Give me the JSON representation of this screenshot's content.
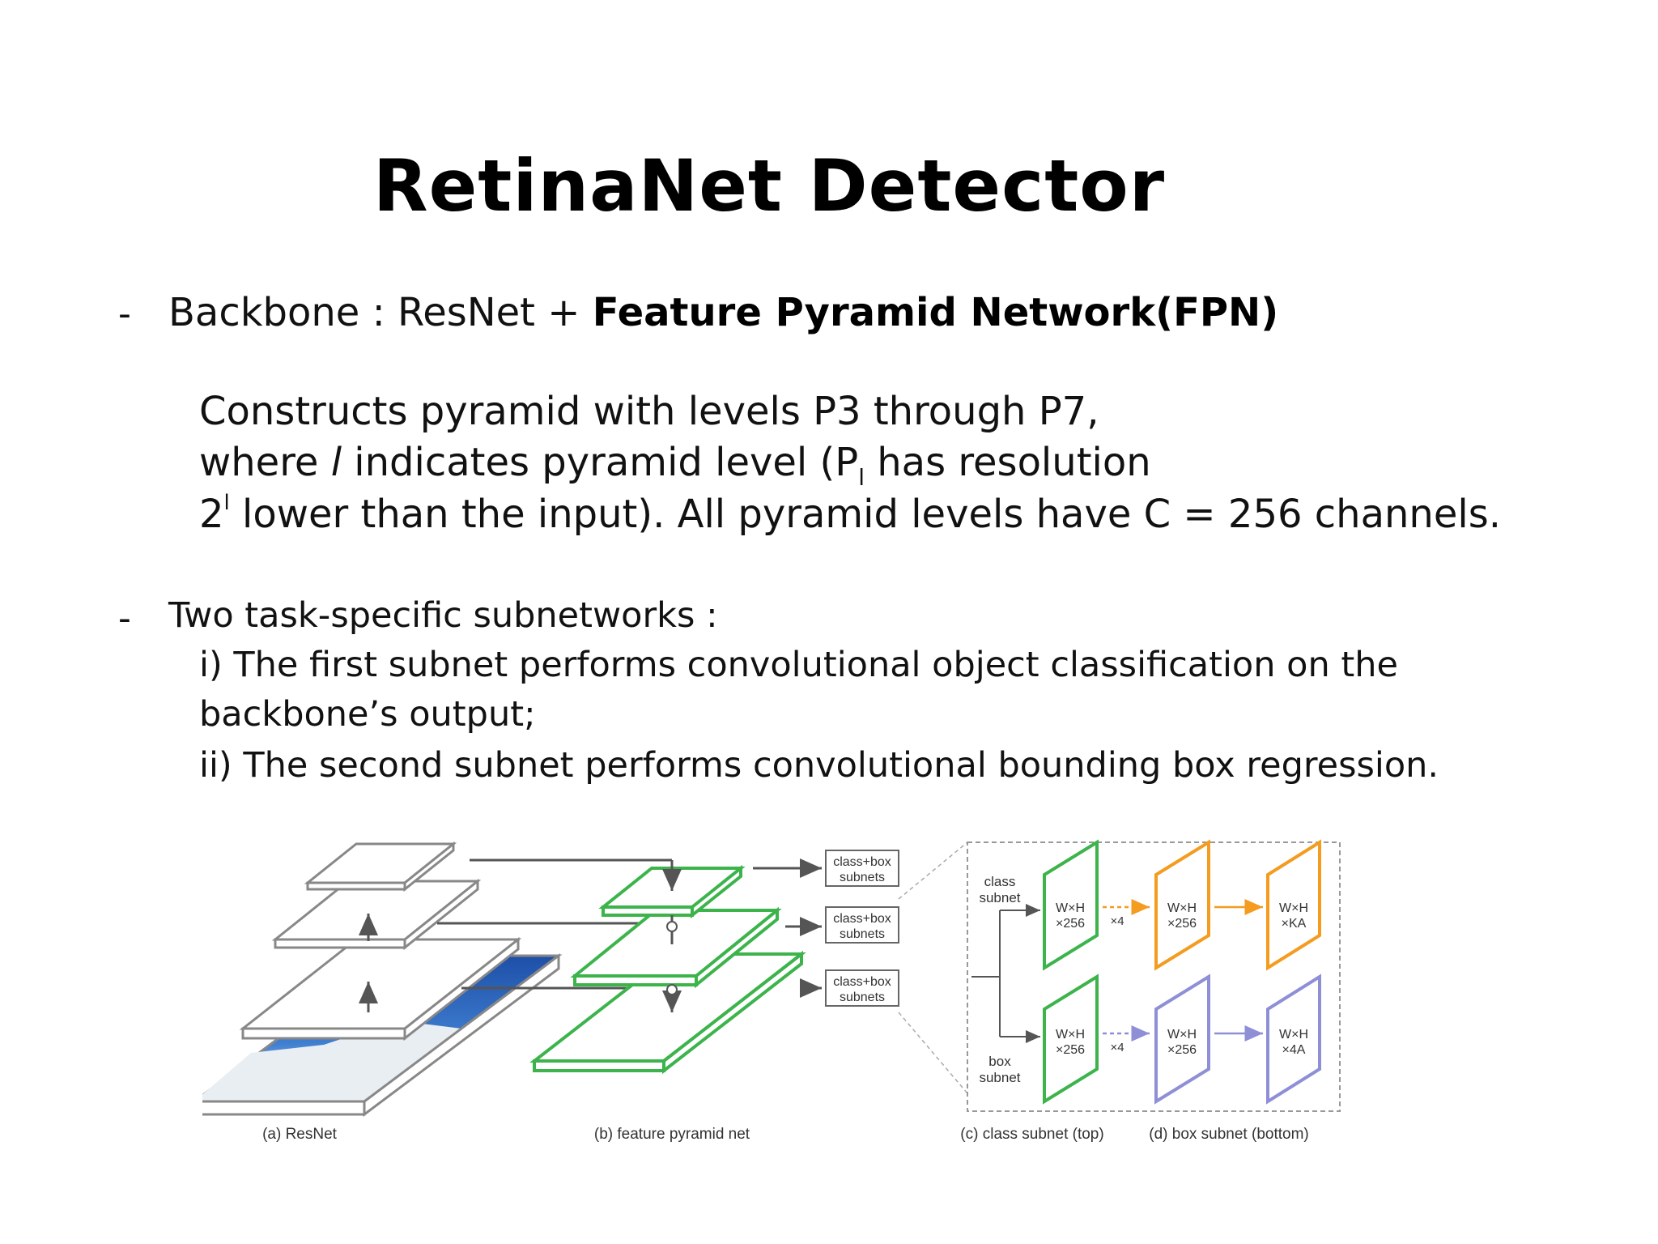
{
  "slide": {
    "title": "RetinaNet Detector",
    "bullet1": {
      "dash": "-",
      "prefix": "Backbone : ResNet + ",
      "bold": "Feature Pyramid Network(FPN)"
    },
    "fpn_desc": {
      "line1": "Constructs pyramid with levels P3 through P7,",
      "line2_a": "where ",
      "line2_l": "l",
      "line2_b": "indicates pyramid level (P",
      "line2_sub": "l",
      "line2_c": " has resolution",
      "line3_a": "2",
      "line3_sup": "l",
      "line3_b": " lower than the input). All pyramid levels have C = 256 channels."
    },
    "bullet2": {
      "dash": "-",
      "text": "Two task-specific subnetworks :",
      "item1_line1": "i) The first subnet performs convolutional object classification on the",
      "item1_line2": "backbone’s output;",
      "item2": "ii) The second subnet performs convolutional bounding box regression."
    }
  },
  "diagram": {
    "captions": {
      "a": "(a) ResNet",
      "b": "(b) feature pyramid net",
      "c": "(c) class subnet (top)",
      "d": "(d) box subnet (bottom)"
    },
    "subnet_box_line1": "class+box",
    "subnet_box_line2": "subnets",
    "class_subnet_label": [
      "class",
      "subnet"
    ],
    "box_subnet_label": [
      "box",
      "subnet"
    ],
    "times4": "×4",
    "maps": {
      "class_in": [
        "W×H",
        "×256"
      ],
      "class_mid": [
        "W×H",
        "×256"
      ],
      "class_out": [
        "W×H",
        "×KA"
      ],
      "box_in": [
        "W×H",
        "×256"
      ],
      "box_mid": [
        "W×H",
        "×256"
      ],
      "box_out": [
        "W×H",
        "×4A"
      ]
    },
    "colors": {
      "green": "#3cb44b",
      "orange": "#f39c1f",
      "purple": "#8e8fd6",
      "gray": "#555555"
    }
  }
}
